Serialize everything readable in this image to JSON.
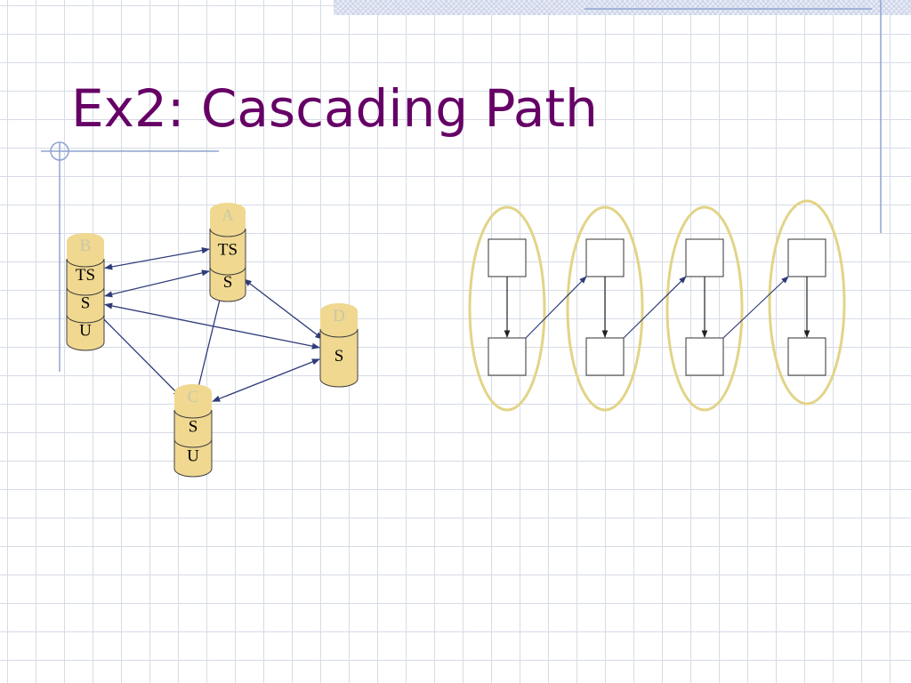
{
  "slide": {
    "title": "Ex2: Cascading Path"
  },
  "colors": {
    "title": "#660066",
    "cylinder_fill": "#f0d890",
    "cylinder_stroke": "#404040",
    "arrow": "#303c7a",
    "ellipse": "#e2d488",
    "grid": "#d6dbe6",
    "decor_line": "#8fa3d0"
  },
  "network": {
    "nodes": [
      {
        "id": "A",
        "name": "A",
        "layers": [
          "TS",
          "S"
        ]
      },
      {
        "id": "B",
        "name": "B",
        "layers": [
          "TS",
          "S",
          "U"
        ]
      },
      {
        "id": "C",
        "name": "C",
        "layers": [
          "S",
          "U"
        ]
      },
      {
        "id": "D",
        "name": "D",
        "layers": [
          "S"
        ]
      }
    ],
    "edges": [
      {
        "from": "B.TS",
        "to": "A.TS",
        "direction": "both"
      },
      {
        "from": "B.S",
        "to": "A.S",
        "direction": "both"
      },
      {
        "from": "B.S",
        "to": "D.S",
        "direction": "both"
      },
      {
        "from": "B.S",
        "to": "C.S",
        "direction": "both"
      },
      {
        "from": "A.S",
        "to": "D.S",
        "direction": "both"
      },
      {
        "from": "C.S",
        "to": "A.S",
        "direction": "forward"
      },
      {
        "from": "D.S",
        "to": "C.S",
        "direction": "both"
      }
    ]
  },
  "cascade": {
    "groups": 4,
    "group_arrows": [
      "down",
      "down",
      "down",
      "down"
    ],
    "links": [
      {
        "from_group": 1,
        "to_group": 2
      },
      {
        "from_group": 2,
        "to_group": 3
      },
      {
        "from_group": 3,
        "to_group": 4
      }
    ]
  }
}
